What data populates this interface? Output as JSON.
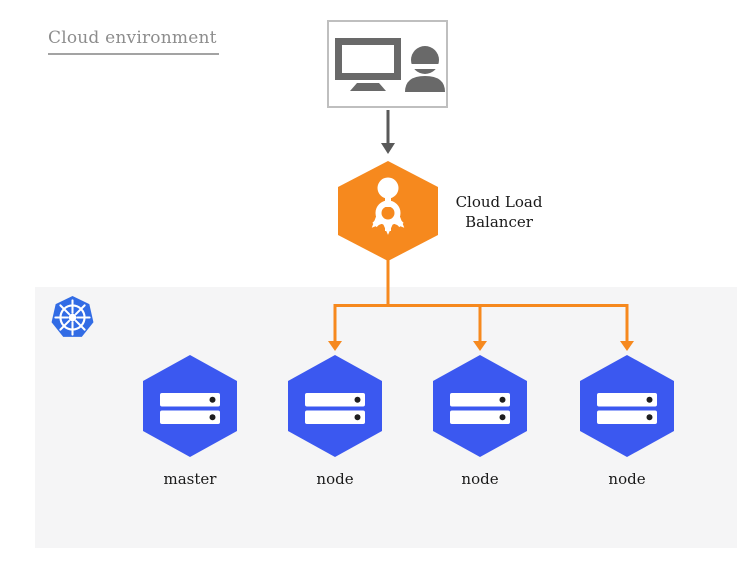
{
  "title": {
    "label": "Cloud environment"
  },
  "load_balancer": {
    "label": "Cloud Load Balancer"
  },
  "cluster": {
    "nodes": [
      {
        "label": "master"
      },
      {
        "label": "node"
      },
      {
        "label": "node"
      },
      {
        "label": "node"
      }
    ]
  },
  "icons": {
    "user_box": "workstation-user-icon",
    "load_balancer": "load-balancer-icon",
    "cluster_badge": "kubernetes-helm-icon",
    "node": "server-icon",
    "flow_down": "arrow-down-icon"
  },
  "colors": {
    "orange": "#F6891E",
    "node_blue": "#3B58F0",
    "kubernetes_blue": "#326CE5",
    "panel_gray": "#F5F5F6",
    "arrow_gray": "#595959",
    "title_gray": "#8D8D8D",
    "text_black": "#1A1A1A"
  }
}
